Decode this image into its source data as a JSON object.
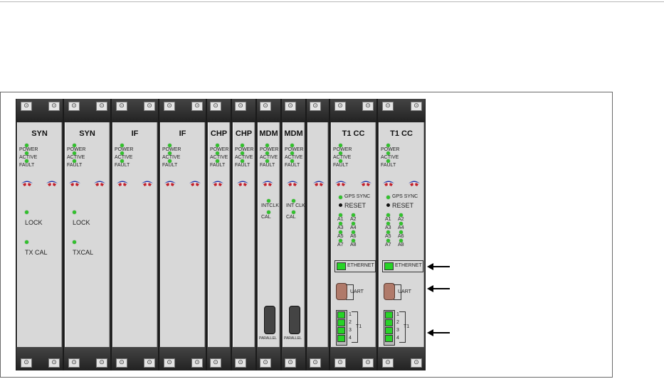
{
  "cards": [
    {
      "title": "SYN",
      "type": "syn",
      "led_labels": [
        "POWER",
        "ACTIVE",
        "FAULT"
      ],
      "extra": [
        "LOCK",
        "TX CAL"
      ]
    },
    {
      "title": "SYN",
      "type": "syn",
      "led_labels": [
        "POWER",
        "ACTIVE",
        "FAULT"
      ],
      "extra": [
        "LOCK",
        "TXCAL"
      ]
    },
    {
      "title": "IF",
      "type": "wide",
      "led_labels": [
        "POWER",
        "ACTIVE",
        "FAULT"
      ]
    },
    {
      "title": "IF",
      "type": "wide",
      "led_labels": [
        "POWER",
        "ACTIVE",
        "FAULT"
      ]
    },
    {
      "title": "CHP",
      "type": "narrow",
      "led_labels": [
        "POWER",
        "ACTIVE",
        "FAULT"
      ]
    },
    {
      "title": "CHP",
      "type": "narrow",
      "led_labels": [
        "POWER",
        "ACTIVE",
        "FAULT"
      ]
    },
    {
      "title": "MDM",
      "type": "mdm",
      "led_labels": [
        "POWER",
        "ACTIVE",
        "FAULT"
      ],
      "extra": [
        "INTCLK",
        "CAL"
      ],
      "connector": "PARALLEL"
    },
    {
      "title": "MDM",
      "type": "mdm",
      "led_labels": [
        "POWER",
        "ACTIVE",
        "FAULT"
      ],
      "extra": [
        "INT CLK",
        "CAL"
      ],
      "connector": "PARALLEL"
    },
    {
      "title": "",
      "type": "blank",
      "led_labels": []
    },
    {
      "title": "T1 CC",
      "type": "t1cc",
      "led_labels": [
        "POWER",
        "ACTIVE",
        "FAULT"
      ],
      "gps": "GPS SYNC",
      "reset": "RESET",
      "alarms": [
        "A1",
        "A2",
        "A3",
        "A4",
        "A5",
        "A6",
        "A7",
        "A8"
      ],
      "ethernet": "ETHERNET",
      "uart": "UART",
      "t1_ports": [
        "1",
        "2",
        "3",
        "4"
      ],
      "t1_label": "T1"
    },
    {
      "title": "T1 CC",
      "type": "t1cc",
      "led_labels": [
        "POWER",
        "ACTIVE",
        "FAULT"
      ],
      "gps": "GPS SYNC",
      "reset": "RESET",
      "alarms": [
        "A1",
        "A2",
        "A3",
        "A4",
        "A5",
        "A6",
        "A7",
        "A8"
      ],
      "ethernet": "ETHERNET",
      "uart": "UART",
      "t1_ports": [
        "1",
        "2",
        "3",
        "4"
      ],
      "t1_label": "T1"
    }
  ],
  "arrows": [
    "ethernet",
    "uart",
    "t1"
  ]
}
